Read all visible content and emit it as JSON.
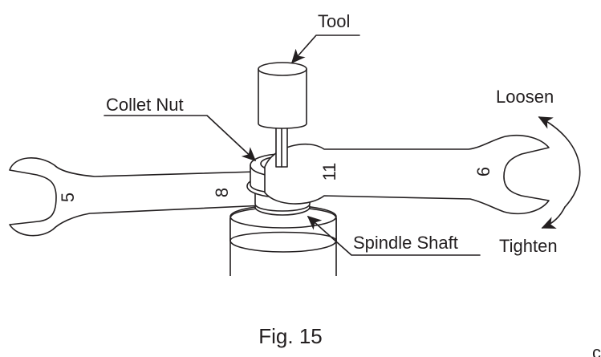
{
  "labels": {
    "tool": "Tool",
    "collet_nut": "Collet Nut",
    "spindle_shaft": "Spindle Shaft",
    "loosen": "Loosen",
    "tighten": "Tighten"
  },
  "wrench_small": {
    "size_left": "5",
    "size_right": "8"
  },
  "wrench_large": {
    "size_left": "11",
    "size_right": "6"
  },
  "caption": "Fig. 15",
  "corner_mark": "c"
}
